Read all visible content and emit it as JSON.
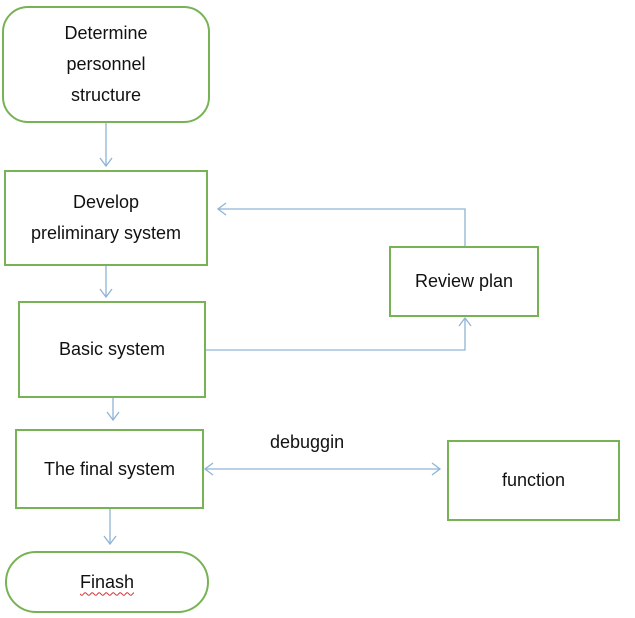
{
  "nodes": {
    "determine": {
      "lines": [
        "Determine",
        "personnel",
        "structure"
      ]
    },
    "develop": {
      "lines": [
        "Develop",
        "preliminary system"
      ]
    },
    "basic": {
      "label": "Basic system"
    },
    "final": {
      "label": "The final system"
    },
    "finish": {
      "label": "Finash"
    },
    "review": {
      "label": "Review plan"
    },
    "function": {
      "label": "function"
    }
  },
  "edges": {
    "debug_label": "debuggin"
  },
  "colors": {
    "node_border": "#77b354",
    "arrow": "#8fb4d6",
    "spellcheck_underline": "#d03030"
  }
}
